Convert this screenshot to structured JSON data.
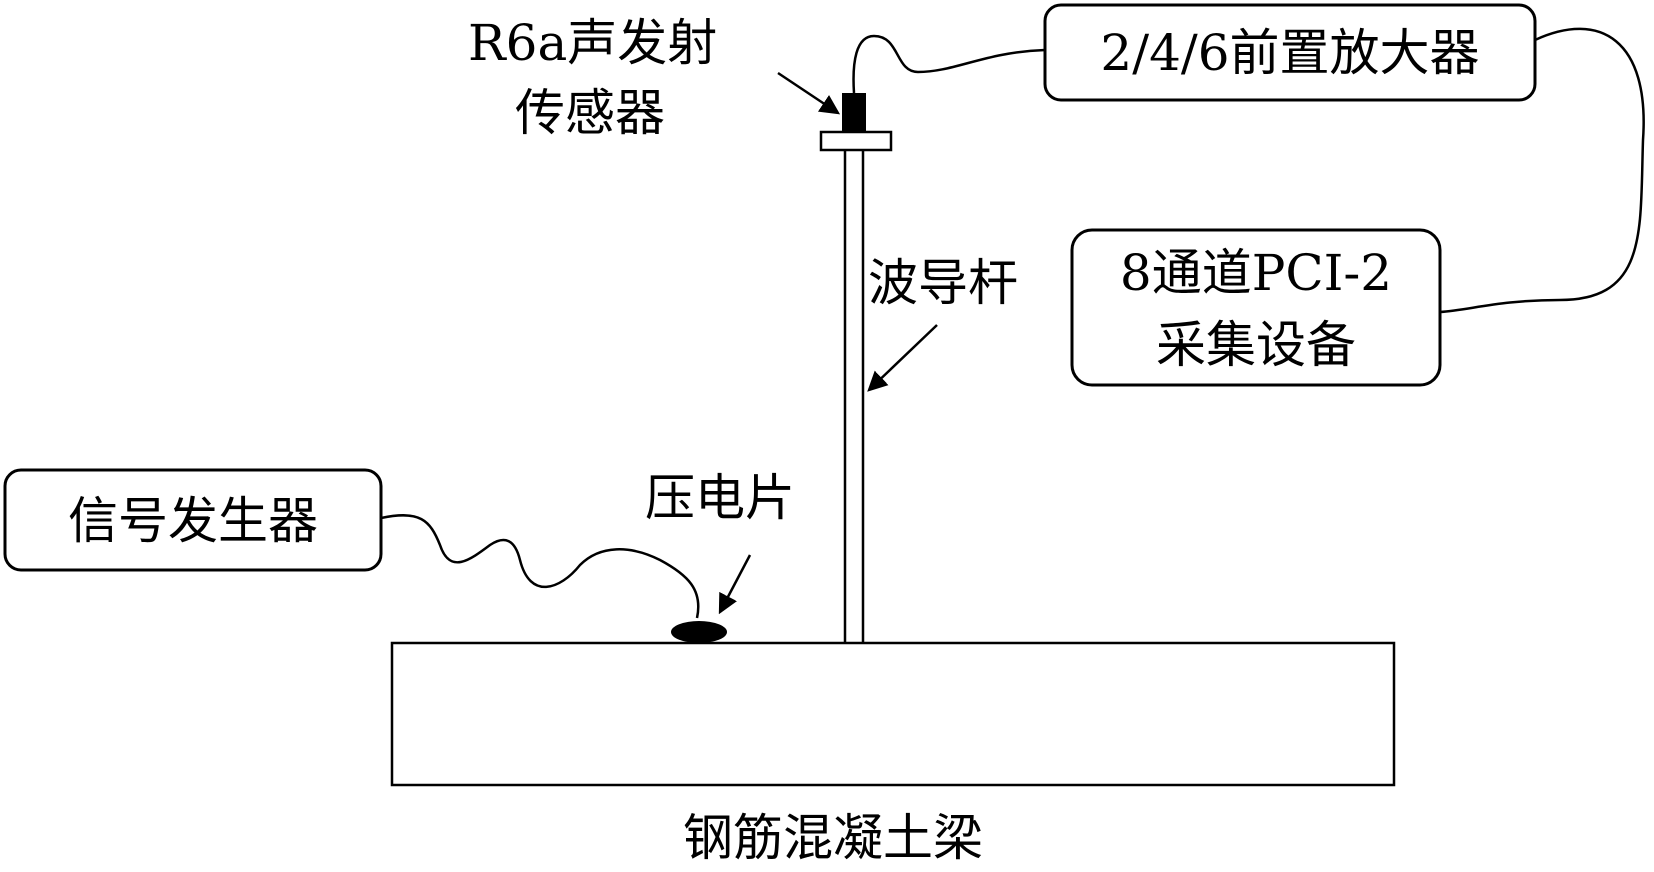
{
  "labels": {
    "sensor": [
      "R6a声发射",
      "传感器"
    ],
    "preamp": "2/4/6前置放大器",
    "waveguide": "波导杆",
    "daq": [
      "8通道PCI-2",
      "采集设备"
    ],
    "generator": "信号发生器",
    "piezo": "压电片",
    "beam": "钢筋混凝土梁"
  }
}
